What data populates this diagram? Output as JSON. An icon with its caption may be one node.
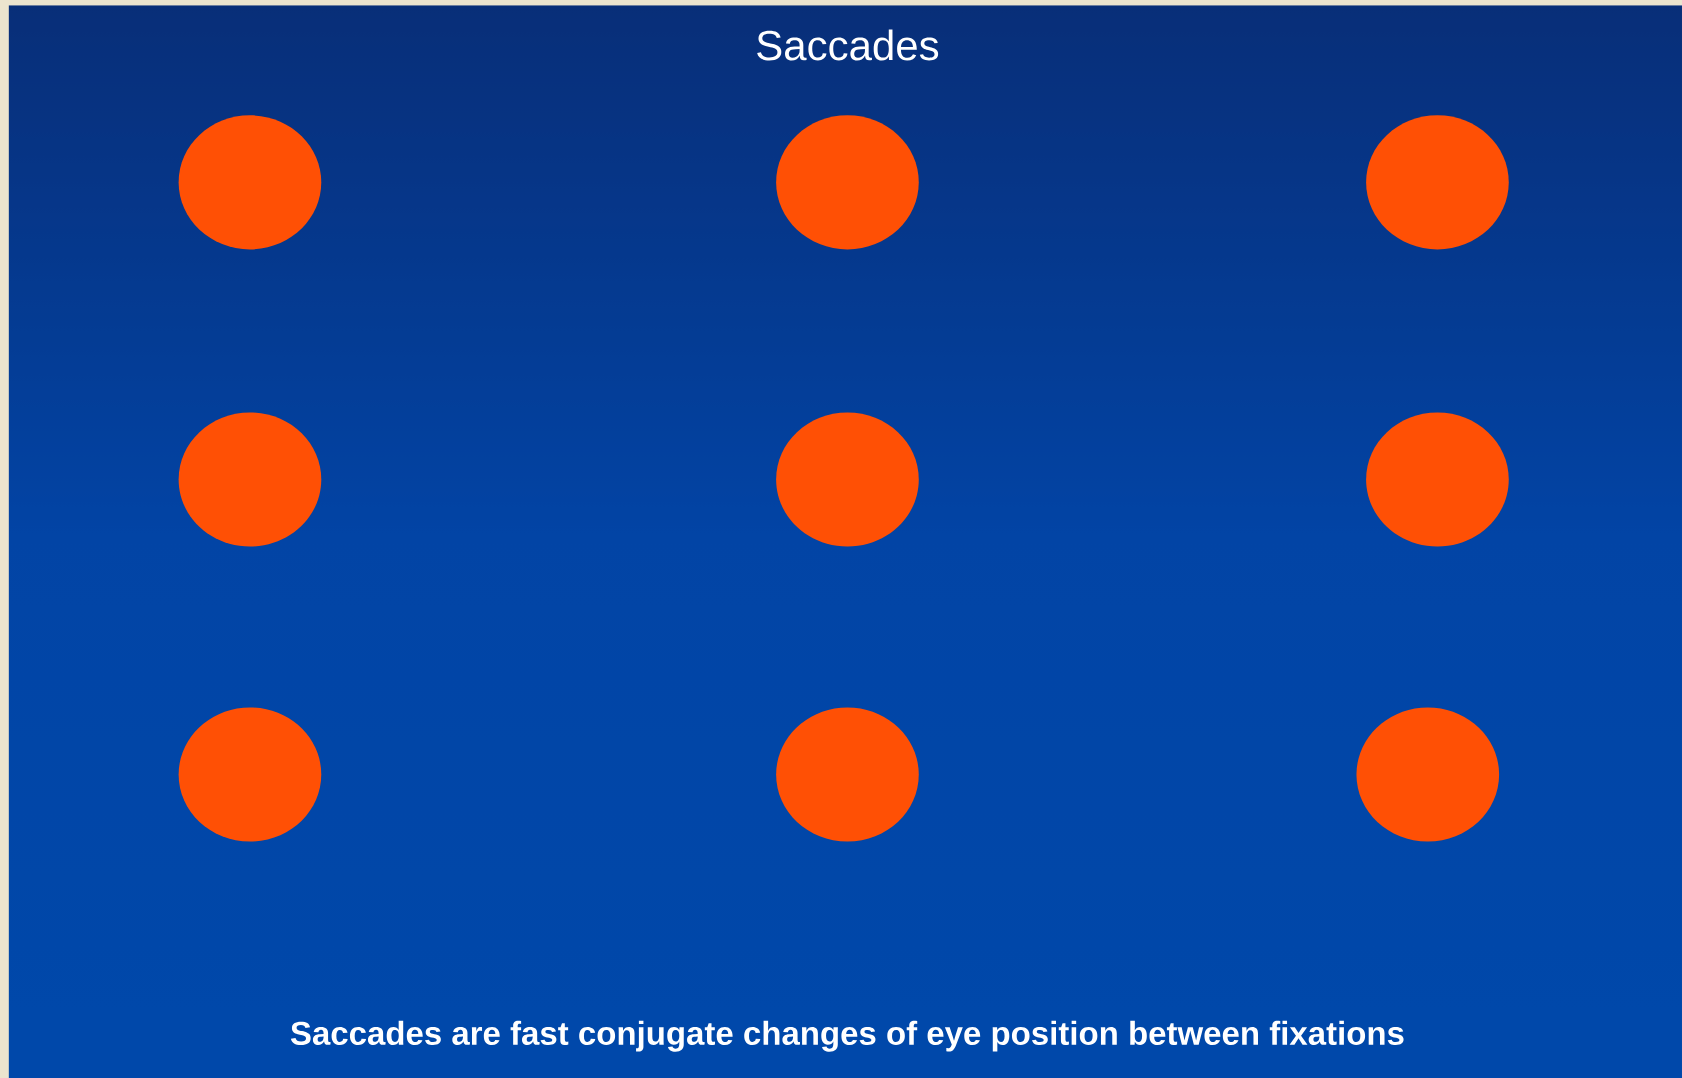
{
  "diagram": {
    "title": "Saccades",
    "caption": "Saccades are fast conjugate changes of eye position between fixations",
    "nodes": [
      {
        "text": [],
        "shape": "circle"
      },
      {
        "text": [],
        "shape": "circle"
      },
      {
        "text": [],
        "shape": "circle"
      },
      {
        "text": [],
        "shape": "circle"
      },
      {
        "text": [],
        "shape": "circle"
      },
      {
        "text": [],
        "shape": "circle"
      },
      {
        "text": [],
        "shape": "circle"
      },
      {
        "text": [],
        "shape": "circle"
      },
      {
        "text": [],
        "shape": "circle"
      }
    ]
  }
}
